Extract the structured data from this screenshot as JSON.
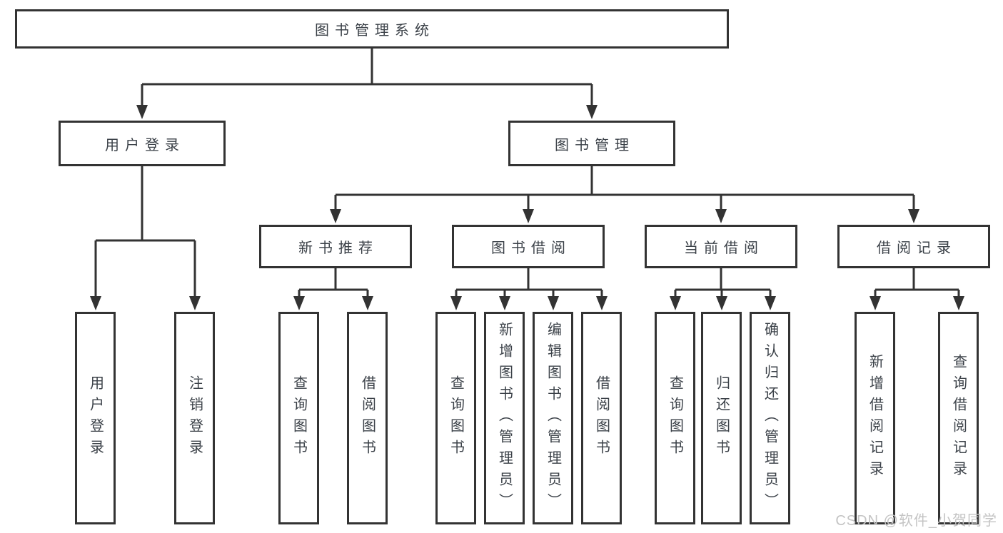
{
  "tree": {
    "root": {
      "label": "图书管理系统"
    },
    "children": [
      {
        "label": "用户登录",
        "children": [
          {
            "label": "用户登录"
          },
          {
            "label": "注销登录"
          }
        ]
      },
      {
        "label": "图书管理",
        "children": [
          {
            "label": "新书推荐",
            "children": [
              {
                "label": "查询图书"
              },
              {
                "label": "借阅图书"
              }
            ]
          },
          {
            "label": "图书借阅",
            "children": [
              {
                "label": "查询图书"
              },
              {
                "label": "新增图书（管理员）"
              },
              {
                "label": "编辑图书（管理员）"
              },
              {
                "label": "借阅图书"
              }
            ]
          },
          {
            "label": "当前借阅",
            "children": [
              {
                "label": "查询图书"
              },
              {
                "label": "归还图书"
              },
              {
                "label": "确认归还（管理员）"
              }
            ]
          },
          {
            "label": "借阅记录",
            "children": [
              {
                "label": "新增借阅记录"
              },
              {
                "label": "查询借阅记录"
              }
            ]
          }
        ]
      }
    ]
  },
  "watermark": {
    "text": "CSDN @软件_小贺同学"
  },
  "colors": {
    "line": "#333333",
    "text": "#3b4148",
    "node_background": "#ffffff",
    "watermark": "#c4c4c4",
    "background": "#ffffff"
  }
}
